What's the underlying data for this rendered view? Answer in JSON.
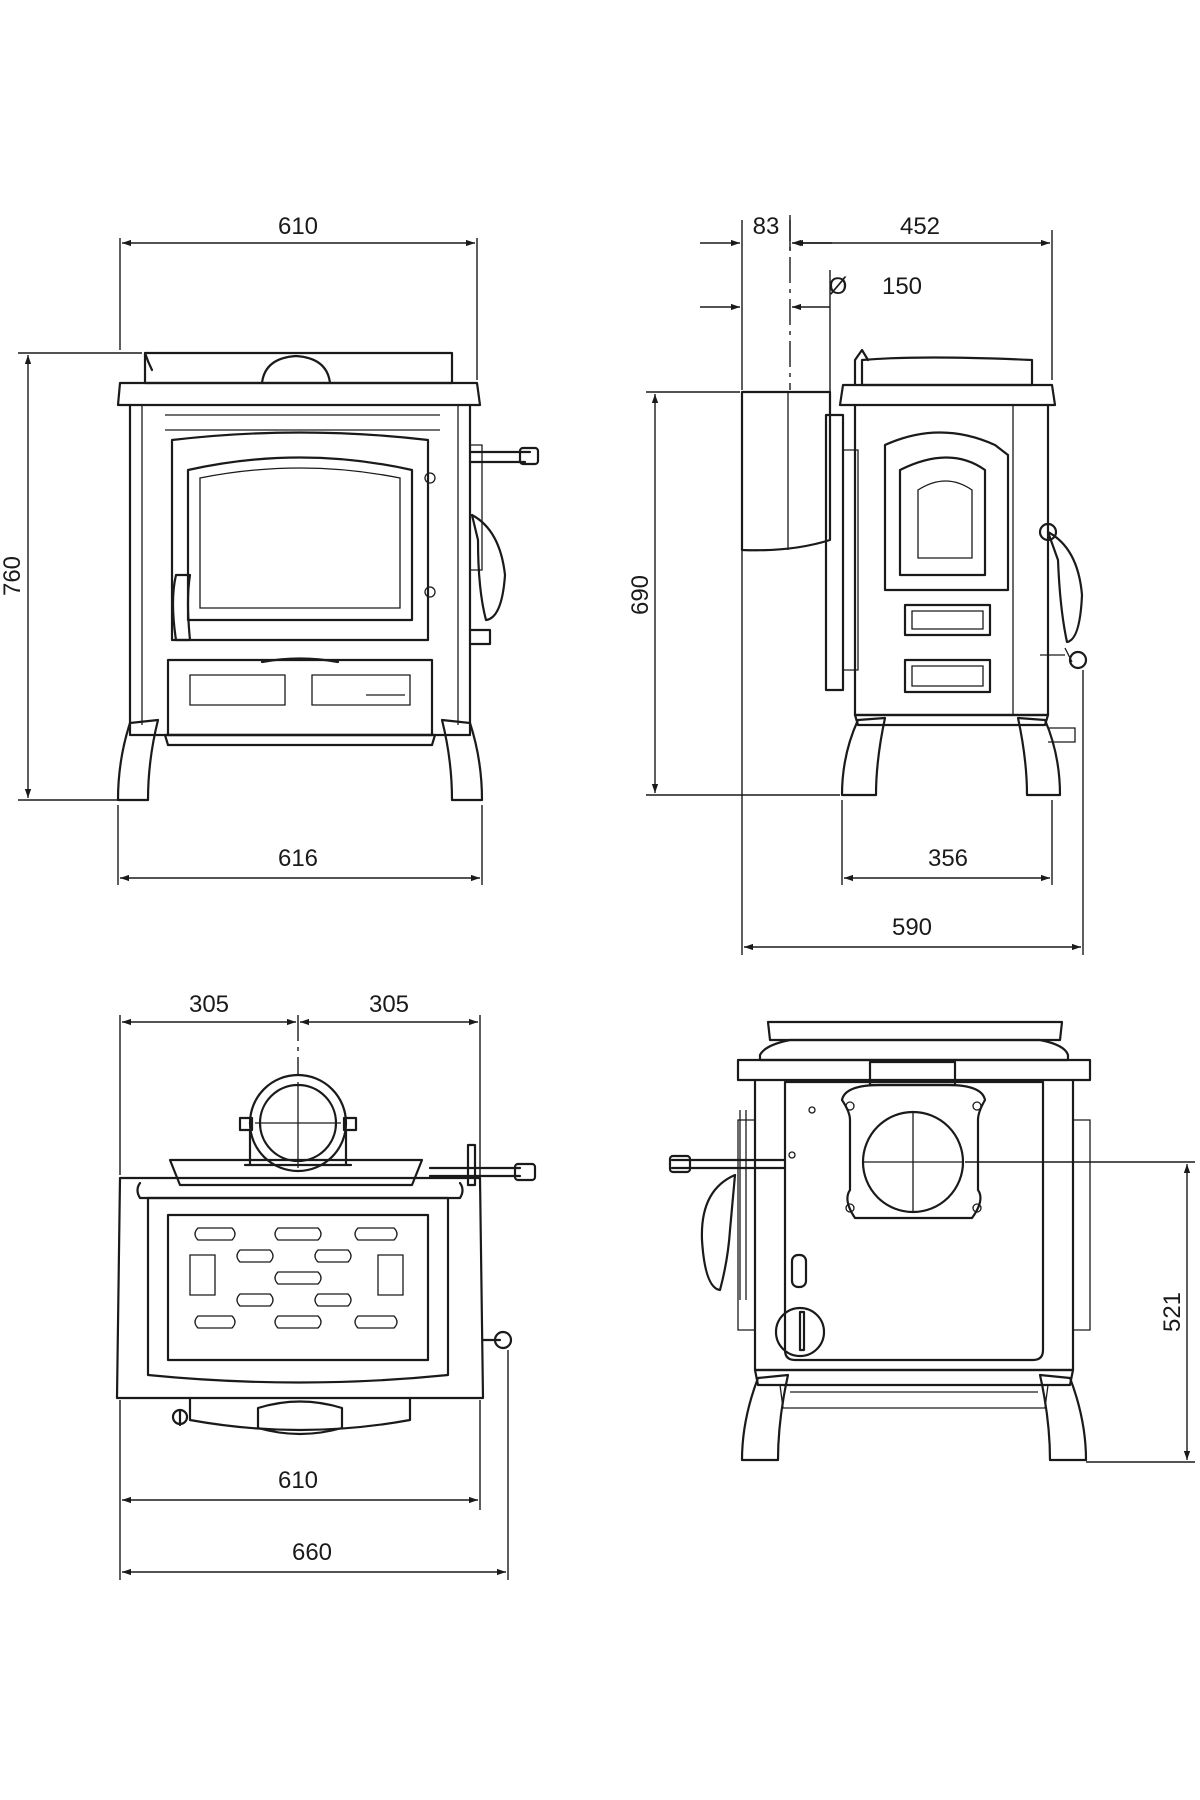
{
  "dimensions": {
    "front_width_top": "610",
    "front_height": "760",
    "front_width_base": "616",
    "side_flue_offset": "83",
    "side_depth_top": "452",
    "flue_diameter_symbol": "Ø",
    "flue_diameter": "150",
    "side_height": "690",
    "side_leg_spacing": "356",
    "side_total_depth": "590",
    "top_half_left": "305",
    "top_half_right": "305",
    "top_width_body": "610",
    "top_width_overall": "660",
    "rear_flue_height": "521"
  },
  "colors": {
    "line": "#1a1a1a",
    "background": "#ffffff"
  }
}
